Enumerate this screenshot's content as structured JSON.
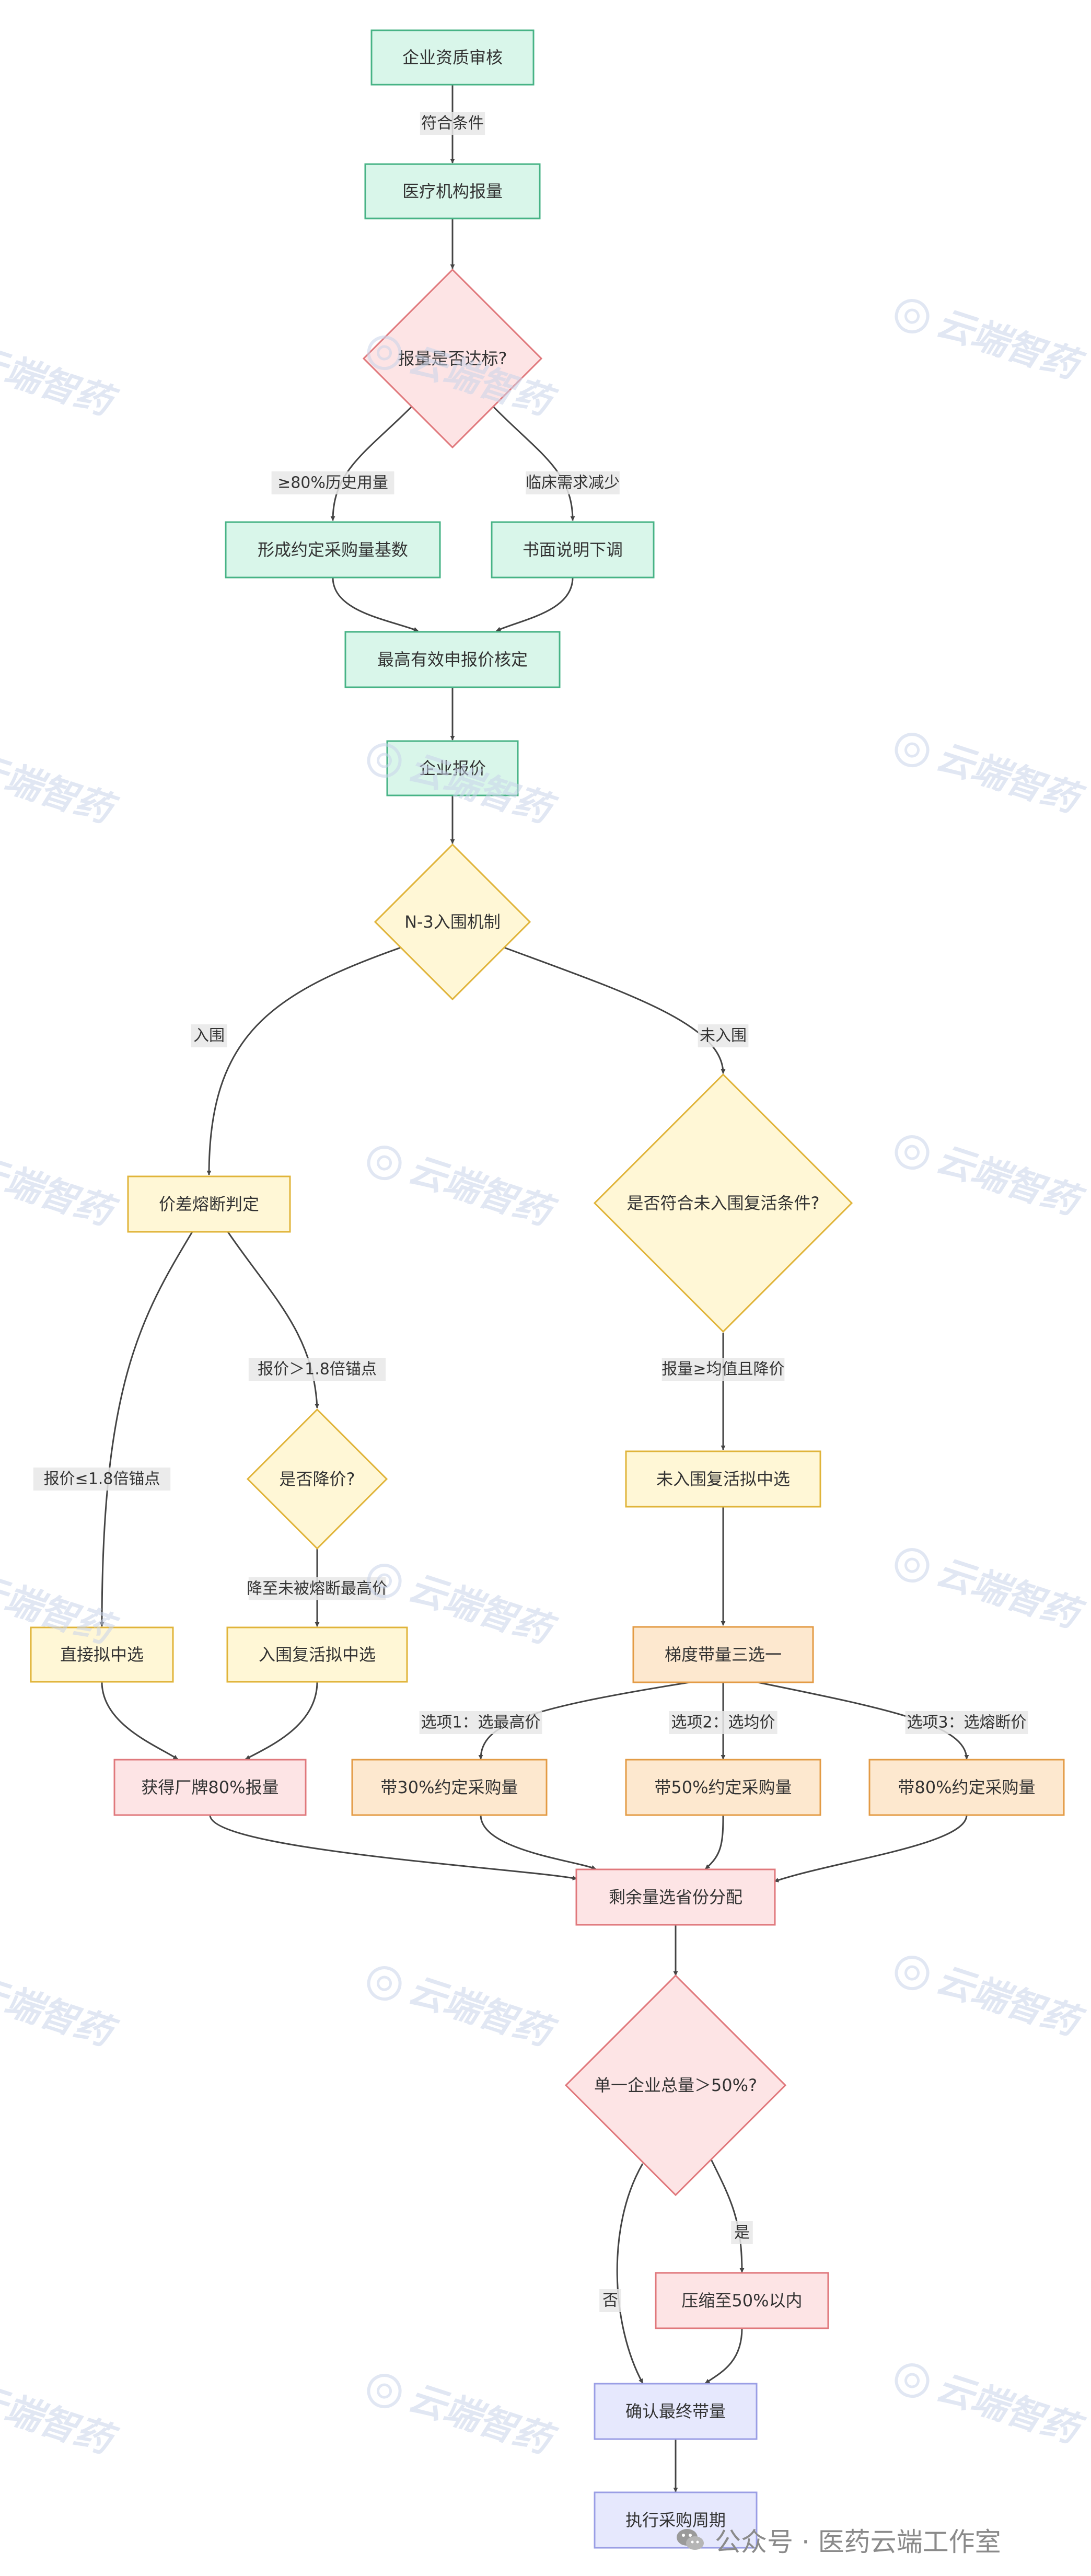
{
  "theme": {
    "green_fill": "#d9f6ea",
    "green_stroke": "#47b386",
    "yellow_fill": "#fff7d6",
    "yellow_stroke": "#e0b43a",
    "orange_fill": "#fde8cf",
    "orange_stroke": "#e39b45",
    "pink_fill": "#fde4e5",
    "pink_stroke": "#e0787c",
    "lavender_fill": "#e6e8fd",
    "lavender_stroke": "#9a9ee5",
    "edge": "#444444",
    "label_bg": "#e8e8e8",
    "watermark": "#c9d4ea"
  },
  "nodes": {
    "n1": "企业资质审核",
    "n2": "医疗机构报量",
    "d1": "报量是否达标?",
    "n3": "形成约定采购量基数",
    "n4": "书面说明下调",
    "n5": "最高有效申报价核定",
    "n6": "企业报价",
    "d2": "N-3入围机制",
    "n7": "价差熔断判定",
    "d3": "是否符合未入围复活条件?",
    "d4": "是否降价?",
    "n8": "未入围复活拟中选",
    "n9": "直接拟中选",
    "n10": "入围复活拟中选",
    "n11": "梯度带量三选一",
    "n12": "获得厂牌80%报量",
    "n13": "带30%约定采购量",
    "n14": "带50%约定采购量",
    "n15": "带80%约定采购量",
    "n16": "剩余量选省份分配",
    "d5": "单一企业总量＞50%?",
    "n17": "压缩至50%以内",
    "n18": "确认最终带量",
    "n19": "执行采购周期"
  },
  "edges": {
    "e1": "符合条件",
    "e3": "≥80%历史用量",
    "e4": "临床需求减少",
    "e9": "入围",
    "e10": "未入围",
    "e11": "报价≤1.8倍锚点",
    "e12": "报价＞1.8倍锚点",
    "e14": "报量≥均值且降价",
    "e15": "降至未被熔断最高价",
    "e18": "选项1：选最高价",
    "e19": "选项2：选均价",
    "e20": "选项3：选熔断价",
    "e28": "是",
    "e29": "否"
  },
  "watermark": {
    "text": "云端智药"
  },
  "footer": {
    "text": "公众号 · 医药云端工作室"
  }
}
